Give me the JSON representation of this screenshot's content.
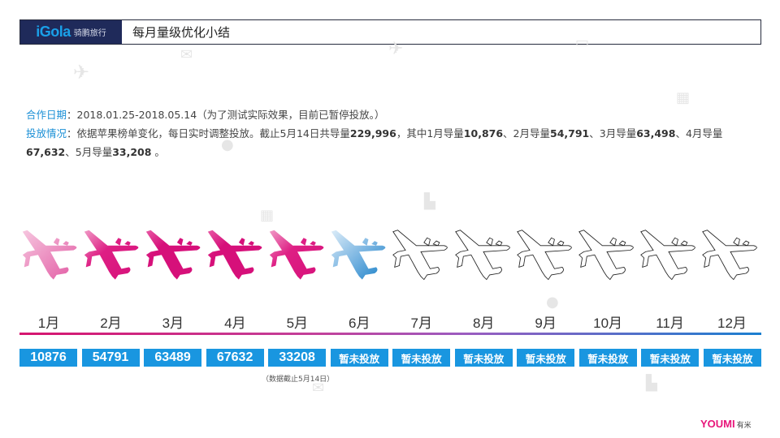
{
  "header": {
    "logo_en": "iGola",
    "logo_cn": "骑鹏旅行",
    "title": "每月量级优化小结"
  },
  "info": {
    "cooperation_label": "合作日期",
    "cooperation_text": "：2018.01.25-2018.05.14（为了测试实际效果，目前已暂停投放。）",
    "delivery_label": "投放情况",
    "delivery_prefix": "：依据苹果榜单变化，每日实时调整投放。截止5月14日共导量",
    "total": "229,996",
    "seg1": "，其中1月导量",
    "jan": "10,876",
    "seg2": "、2月导量",
    "feb": "54,791",
    "seg3": "、3月导量",
    "mar": "63,498",
    "seg4": "、4月导量",
    "apr": "67,632",
    "seg5": "、5月导量",
    "may": "33,208",
    "seg6": " 。"
  },
  "note": "（数据截止5月14日）",
  "brand": {
    "en": "YOUMI",
    "cn": "有米"
  },
  "colors": {
    "accent_blue": "#1996e0",
    "accent_pink": "#d6156f",
    "header_dark": "#1f2a5a"
  },
  "months": [
    {
      "label": "1月",
      "value": "10876",
      "status": "active",
      "fill": "#ef8ac0"
    },
    {
      "label": "2月",
      "value": "54791",
      "status": "active",
      "fill": "#e02c8c"
    },
    {
      "label": "3月",
      "value": "63489",
      "status": "active",
      "fill": "#d6107a"
    },
    {
      "label": "4月",
      "value": "67632",
      "status": "active",
      "fill": "#d6107a"
    },
    {
      "label": "5月",
      "value": "33208",
      "status": "active",
      "fill": "#dc2384"
    },
    {
      "label": "6月",
      "value": "暂未投放",
      "status": "partial",
      "fill": "#4fa0da"
    },
    {
      "label": "7月",
      "value": "暂未投放",
      "status": "none",
      "fill": "none"
    },
    {
      "label": "8月",
      "value": "暂未投放",
      "status": "none",
      "fill": "none"
    },
    {
      "label": "9月",
      "value": "暂未投放",
      "status": "none",
      "fill": "none"
    },
    {
      "label": "10月",
      "value": "暂未投放",
      "status": "none",
      "fill": "none"
    },
    {
      "label": "11月",
      "value": "暂未投放",
      "status": "none",
      "fill": "none"
    },
    {
      "label": "12月",
      "value": "暂未投放",
      "status": "none",
      "fill": "none"
    }
  ],
  "chart_data": {
    "type": "table",
    "title": "每月量级优化小结",
    "categories": [
      "1月",
      "2月",
      "3月",
      "4月",
      "5月",
      "6月",
      "7月",
      "8月",
      "9月",
      "10月",
      "11月",
      "12月"
    ],
    "values": [
      10876,
      54791,
      63489,
      67632,
      33208,
      null,
      null,
      null,
      null,
      null,
      null,
      null
    ],
    "value_labels": [
      "10876",
      "54791",
      "63489",
      "67632",
      "33208",
      "暂未投放",
      "暂未投放",
      "暂未投放",
      "暂未投放",
      "暂未投放",
      "暂未投放",
      "暂未投放"
    ],
    "annotations": [
      "（数据截止5月14日）"
    ],
    "xlabel": "",
    "ylabel": ""
  }
}
